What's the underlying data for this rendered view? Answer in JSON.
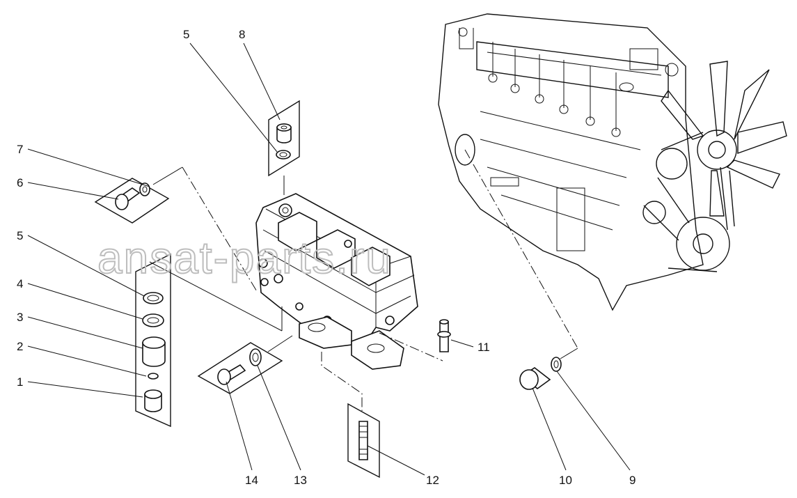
{
  "callouts": {
    "c1": "1",
    "c2": "2",
    "c3": "3",
    "c4": "4",
    "c5a": "5",
    "c5b": "5",
    "c6": "6",
    "c7": "7",
    "c8": "8",
    "c9": "9",
    "c10": "10",
    "c11": "11",
    "c12": "12",
    "c13": "13",
    "c14": "14"
  },
  "watermark": "ansat-parts.ru"
}
